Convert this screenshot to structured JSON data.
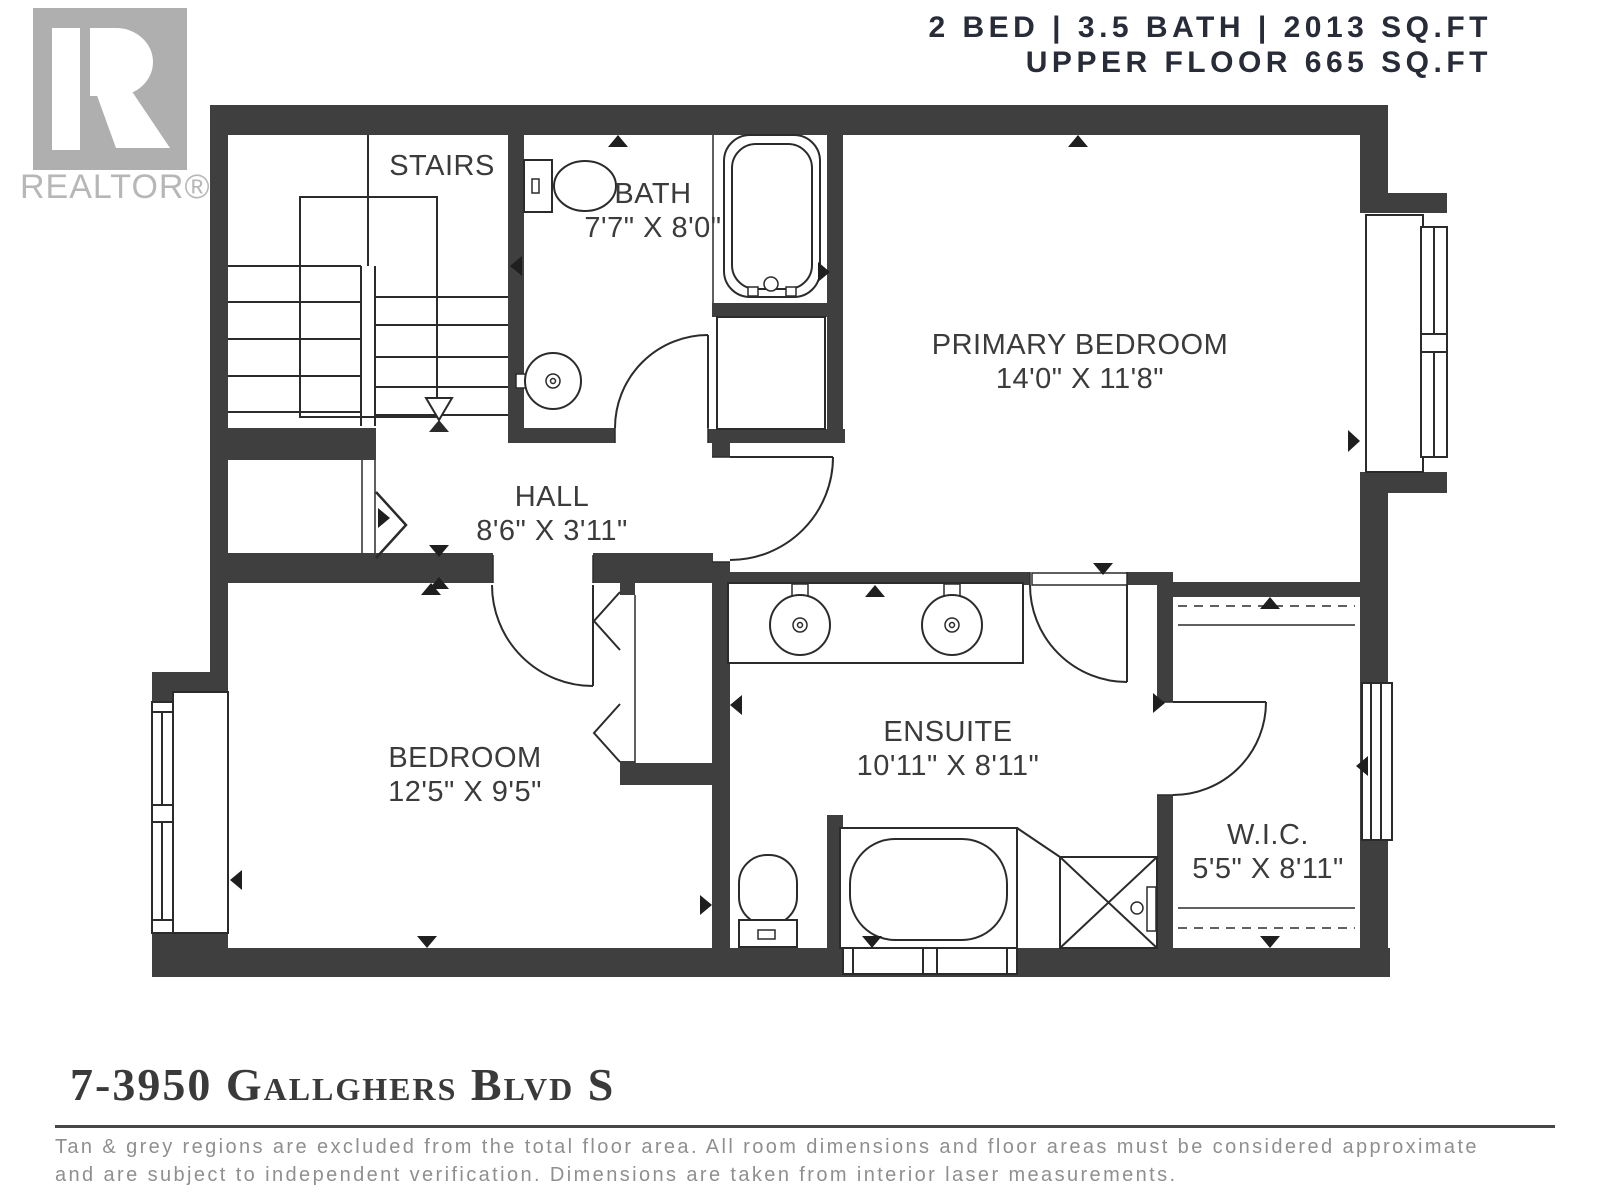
{
  "logo": {
    "wordmark": "REALTOR®",
    "letter": "R"
  },
  "header": {
    "line1": "2 BED | 3.5 BATH | 2013 SQ.FT",
    "line2": "UPPER FLOOR 665 SQ.FT"
  },
  "rooms": {
    "stairs": {
      "name": "STAIRS",
      "dims": ""
    },
    "bath": {
      "name": "BATH",
      "dims": "7'7\" X 8'0\""
    },
    "primary": {
      "name": "PRIMARY BEDROOM",
      "dims": "14'0\" X 11'8\""
    },
    "hall": {
      "name": "HALL",
      "dims": "8'6\" X 3'11\""
    },
    "bedroom": {
      "name": "BEDROOM",
      "dims": "12'5\" X 9'5\""
    },
    "ensuite": {
      "name": "ENSUITE",
      "dims": "10'11\" X 8'11\""
    },
    "wic": {
      "name": "W.I.C.",
      "dims": "5'5\" X 8'11\""
    }
  },
  "footer": {
    "address": "7-3950 Gallghers Blvd S",
    "disclaimer_line1": "Tan & grey regions are excluded from the total floor area. All room dimensions and floor areas must be considered approximate",
    "disclaimer_line2": "and are subject to independent verification. Dimensions are taken from interior laser measurements."
  },
  "colors": {
    "wall": "#3f3f3f",
    "line": "#2b2b2b",
    "header_text": "#272c38",
    "logo_grey": "#afafaf",
    "label_text": "#3b3b3b",
    "disclaimer_text": "#8f8f8f"
  }
}
